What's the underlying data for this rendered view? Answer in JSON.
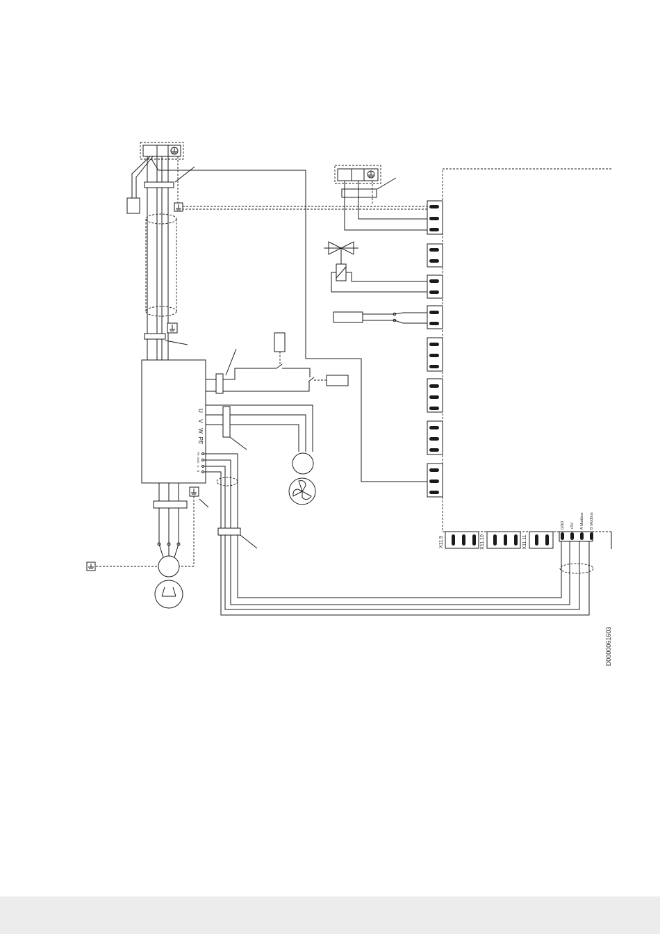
{
  "diagram": {
    "inverter_terminals": [
      "U",
      "V",
      "W",
      "PE"
    ],
    "modbus_small_labels": [
      "B",
      "A",
      "GND",
      "PE"
    ],
    "connector_labels": [
      "X11.9",
      "X11.10",
      "X11.11"
    ],
    "modbus_terminal_labels": [
      "GND",
      "+5V",
      "A Modbus",
      "B Modbus"
    ],
    "document_code": "D0000061603",
    "icons": [
      "earth-ground-icon",
      "fan-motor-icon",
      "compressor-motor-icon",
      "solenoid-valve-icon",
      "switch-contact-icon",
      "cable-shield-icon"
    ]
  }
}
